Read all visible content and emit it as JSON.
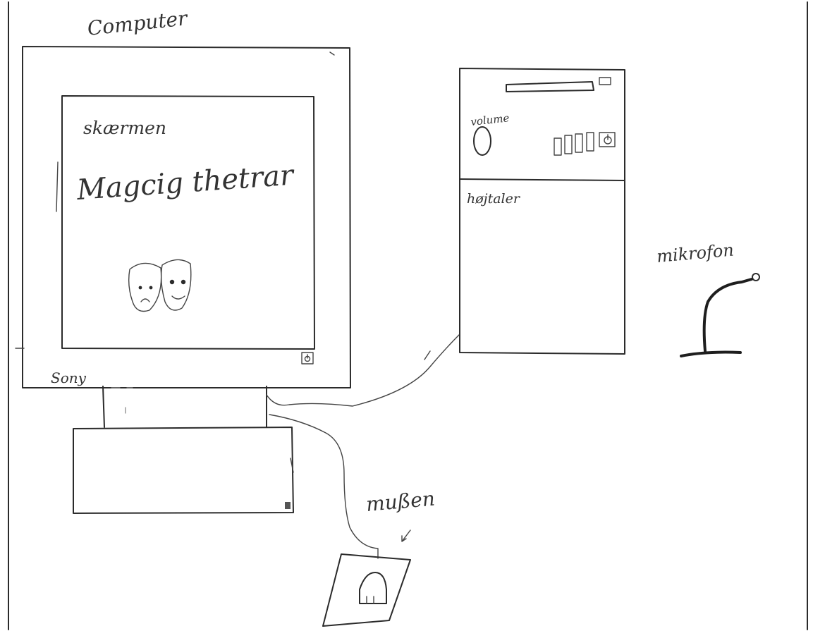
{
  "labels": {
    "computer": "Computer",
    "screen": "skærmen",
    "screen_title": "Magcig thetrar",
    "brand": "Sony",
    "speaker": "højtaler",
    "volume": "volume",
    "microphone": "mikrofon",
    "mouse": "mußen"
  },
  "icons": {
    "theatre_masks": "theatre-masks-icon",
    "power": "power-icon"
  },
  "colors": {
    "ink": "#2b2b2b",
    "paper": "#ffffff"
  }
}
